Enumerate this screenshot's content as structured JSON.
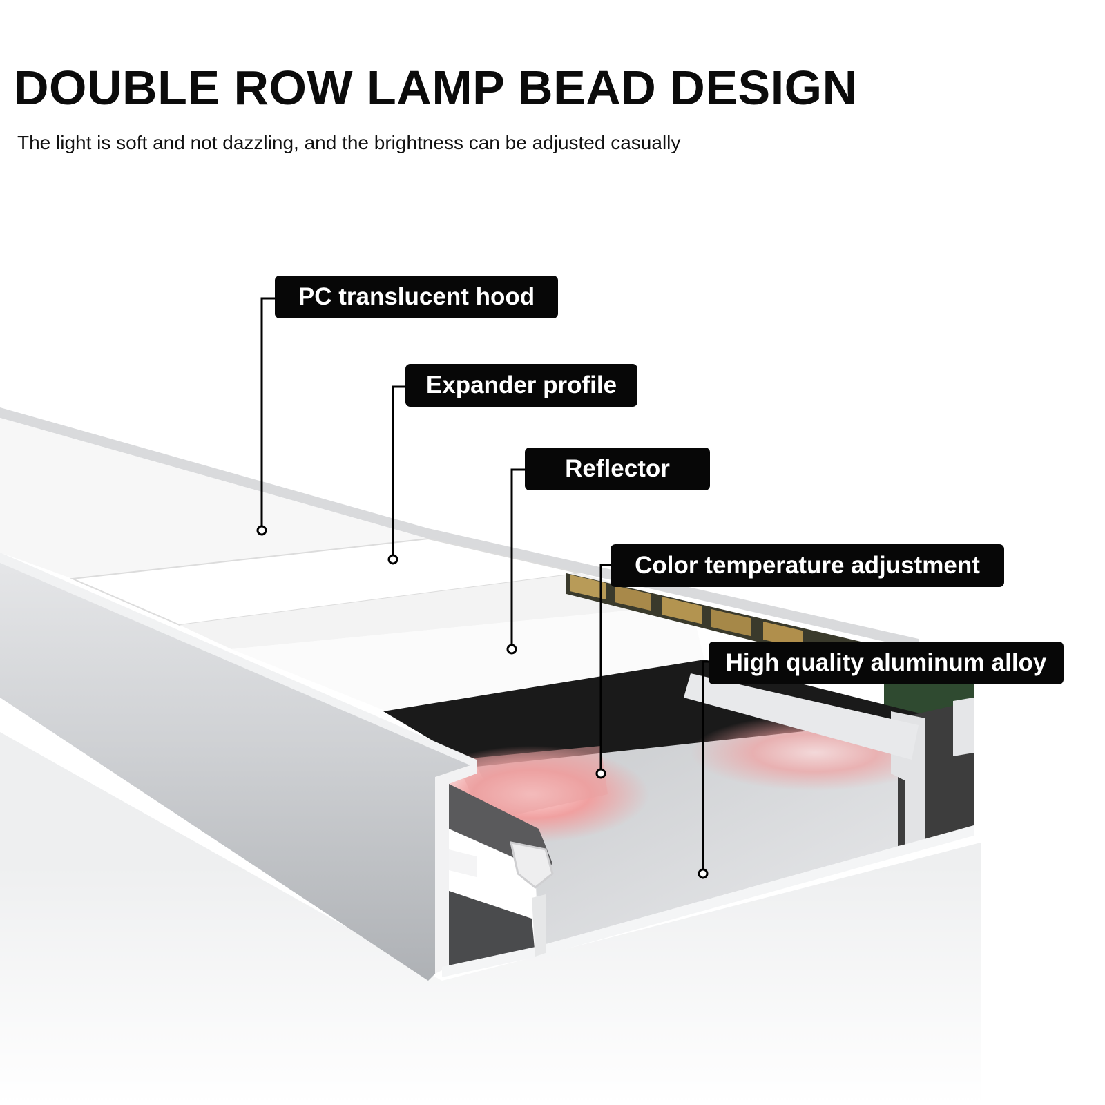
{
  "header": {
    "title": "DOUBLE ROW LAMP BEAD DESIGN",
    "subtitle": "The light is soft and not dazzling, and the brightness can be adjusted casually"
  },
  "callouts": [
    {
      "label": "PC translucent hood"
    },
    {
      "label": "Expander profile"
    },
    {
      "label": "Reflector"
    },
    {
      "label": "Color temperature adjustment"
    },
    {
      "label": "High quality aluminum alloy"
    }
  ],
  "colors": {
    "callout_background": "#070707",
    "callout_text": "#ffffff",
    "aluminum": "#c9cbce",
    "led_strip": "#7a6a3c",
    "pcb": "#2e4a2e",
    "glow": "#f0a8a8"
  }
}
